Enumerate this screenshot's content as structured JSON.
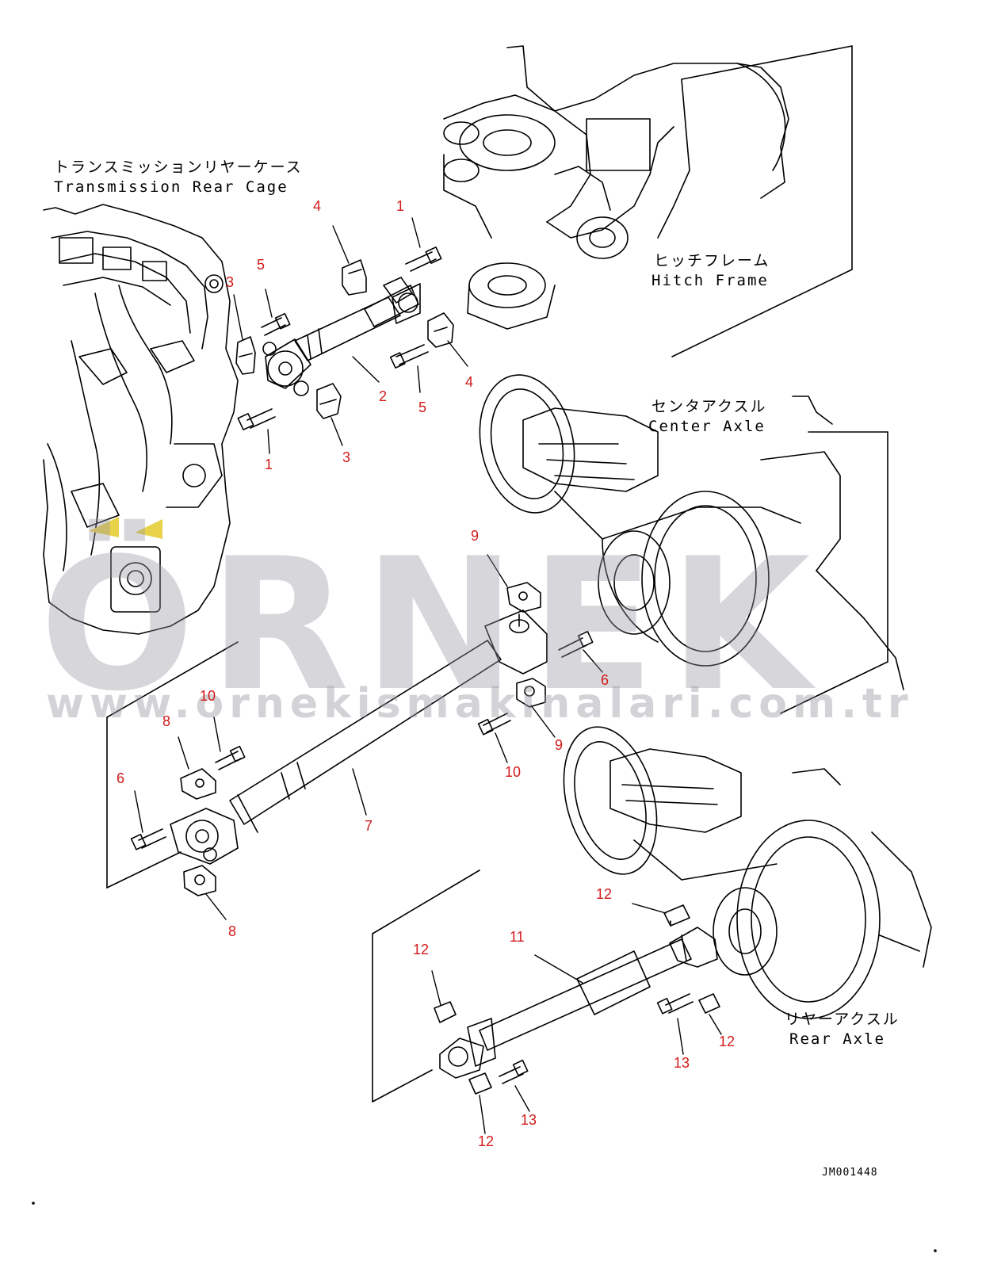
{
  "labels": {
    "transmission_jp": "トランスミッションリヤーケース",
    "transmission_en": "Transmission Rear Cage",
    "hitch_jp": "ヒッチフレーム",
    "hitch_en": "Hitch Frame",
    "center_jp": "センタアクスル",
    "center_en": "Center Axle",
    "rear_jp": "リヤーアクスル",
    "rear_en": "Rear Axle"
  },
  "part_numbers": {
    "n1a": "1",
    "n1b": "1",
    "n2": "2",
    "n3a": "3",
    "n3b": "3",
    "n4a": "4",
    "n4b": "4",
    "n5a": "5",
    "n5b": "5",
    "n6a": "6",
    "n6b": "6",
    "n7": "7",
    "n8a": "8",
    "n8b": "8",
    "n9a": "9",
    "n9b": "9",
    "n10a": "10",
    "n10b": "10",
    "n11": "11",
    "n12a": "12",
    "n12b": "12",
    "n12c": "12",
    "n12d": "12",
    "n13a": "13",
    "n13b": "13"
  },
  "drawing_code": "JM001448",
  "watermark": {
    "brand": "ÖRNEK",
    "url": "www.ornekismakinalari.com.tr"
  },
  "colors": {
    "callout": "#d21a1a",
    "line": "#000000",
    "watermark": "#9696a0",
    "accent_yellow": "#e8d24a"
  }
}
